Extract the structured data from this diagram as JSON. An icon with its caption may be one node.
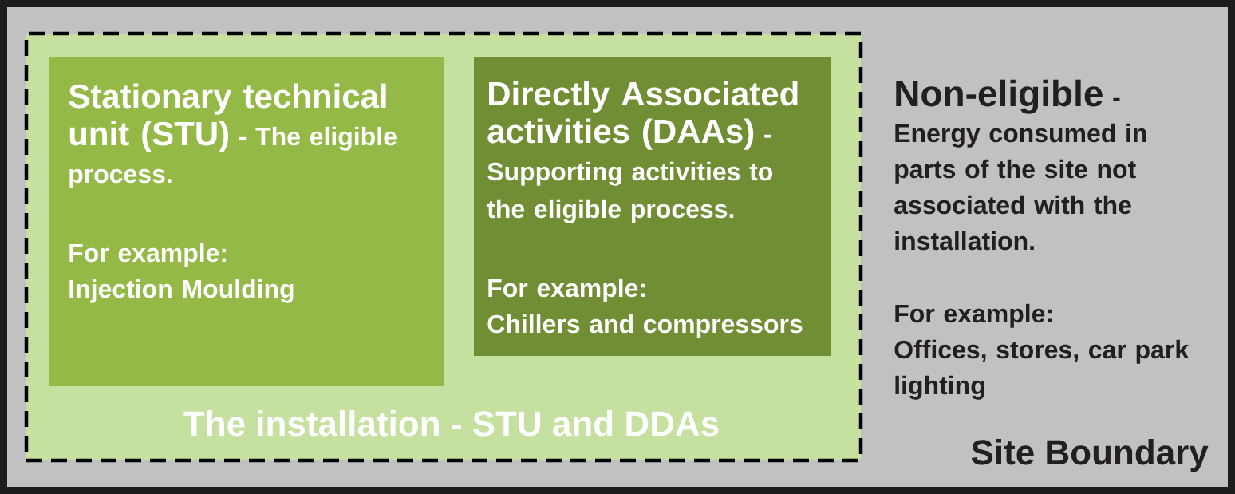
{
  "diagram": {
    "nodes": [
      {
        "text": [
          "Non-eligible",
          "- Energy consumed in parts of the site not associated with the installation.",
          "For example:",
          "Offices, stores, car park lighting",
          "Site Boundary"
        ]
      },
      {
        "text": [
          "The installation - STU and DDAs"
        ],
        "in": 0
      },
      {
        "text": [
          "Stationary technical unit (STU)",
          "- The eligible process.",
          "For example:",
          "Injection Moulding"
        ],
        "in": 1
      },
      {
        "text": [
          "Directly Associated activities (DAAs)",
          "- Supporting activities to the eligible process.",
          "For example:",
          "Chillers and compressors"
        ],
        "in": 1
      }
    ]
  }
}
